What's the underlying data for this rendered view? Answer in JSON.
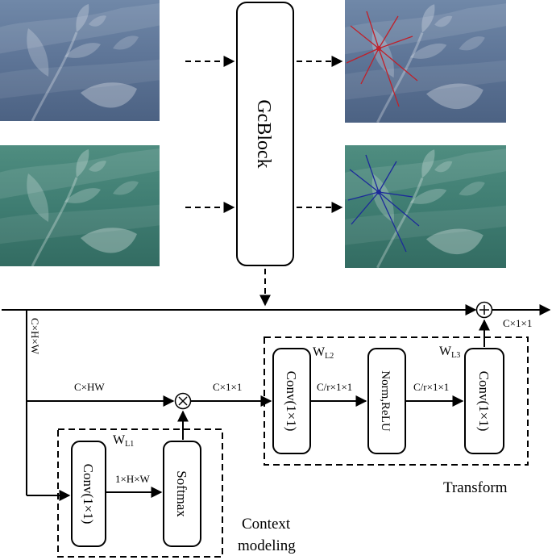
{
  "gcblock_label": "GcBlock",
  "transform_label": "Transform",
  "context_label_line1": "Context",
  "context_label_line2": "modeling",
  "dim_chw": "C×H×W",
  "dim_chw_flat": "C×HW",
  "dim_c11_mid": "C×1×1",
  "dim_c11_out": "C×1×1",
  "dim_cr11_a": "C/r×1×1",
  "dim_cr11_b": "C/r×1×1",
  "dim_1hw": "1×H×W",
  "conv1_label": "Conv(1×1)",
  "softmax_label": "Softmax",
  "conv2_label": "Conv(1×1)",
  "norm_label": "Norm,ReLU",
  "conv3_label": "Conv(1×1)",
  "w_l1": {
    "main": "W",
    "sub": "L1"
  },
  "w_l2": {
    "main": "W",
    "sub": "L2"
  },
  "w_l3": {
    "main": "W",
    "sub": "L3"
  },
  "colors": {
    "blue_tint": "#5d7496",
    "teal_tint": "#3f7d72",
    "red_rays": "#c0202a",
    "blue_rays": "#1c2a9a"
  }
}
